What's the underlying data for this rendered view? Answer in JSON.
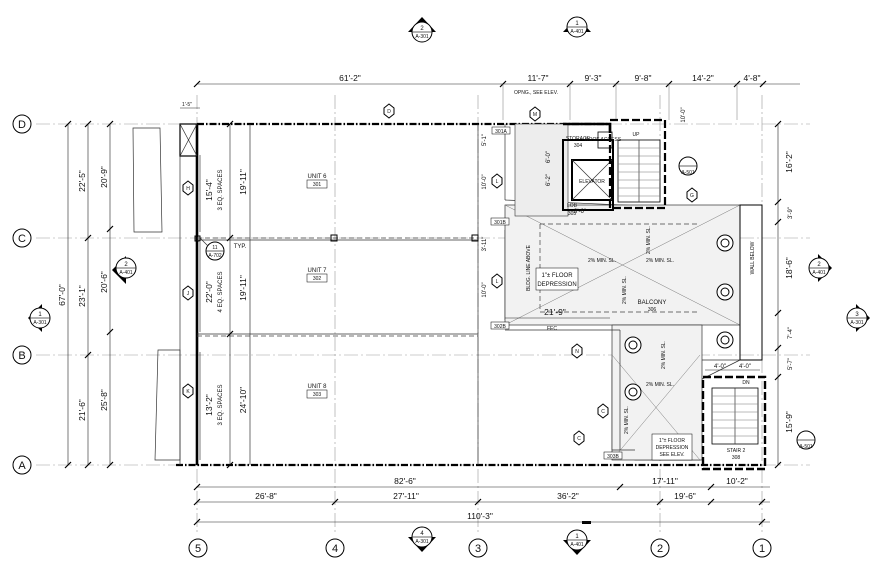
{
  "grid_lines": {
    "columns": [
      "5",
      "4",
      "3",
      "2",
      "1"
    ],
    "rows": [
      "D",
      "C",
      "B",
      "A"
    ]
  },
  "dimensions": {
    "top": [
      "61'-2\"",
      "11'-7\"",
      "9'-3\"",
      "9'-8\"",
      "14'-2\"",
      "4'-8\""
    ],
    "top_small": "1'-5\"",
    "top_note": "OPNG., SEE ELEV.",
    "bottom_row1": [
      "82'-6\"",
      "17'-11\""
    ],
    "bottom_row2": [
      "26'-8\"",
      "27'-11\"",
      "36'-2\"",
      "19'-6\"",
      "10'-2\""
    ],
    "bottom_total": "110'-3\"",
    "left_outer": "67'-0\"",
    "left_mid": [
      "22'-5\"",
      "23'-1\"",
      "21'-6\""
    ],
    "left_inner": [
      "20'-9\"",
      "20'-6\"",
      "25'-8\""
    ],
    "right": [
      "16'-2\"",
      "3'-9\"",
      "18'-6\"",
      "7'-4\"",
      "5'-7\"",
      "15'-9\""
    ],
    "unit_heights": [
      "19'-11\"",
      "19'-11\"",
      "24'-10\""
    ],
    "units_equal": [
      "15'-4\"",
      "22'-0\"",
      "13'-2\""
    ],
    "units_spaces": [
      "3 EQ. SPACES",
      "4 EQ. SPACES",
      "3 EQ. SPACES"
    ],
    "elevator_dims": [
      "10'-0\"",
      "6'-0\"",
      "6'-2\"",
      "3'-6\"",
      "5'-1\"",
      "10'-0\"",
      "10'-0\"",
      "3'-11\""
    ],
    "balcony_dims": [
      "21'-9\"",
      "4'-0\"",
      "4'-0\""
    ]
  },
  "rooms": [
    {
      "name": "UNIT 6",
      "number": "301"
    },
    {
      "name": "UNIT 7",
      "number": "302"
    },
    {
      "name": "UNIT 8",
      "number": "303"
    },
    {
      "name": "ELEVATOR",
      "number": ""
    },
    {
      "name": "BALCONY",
      "number": "306"
    },
    {
      "name": "STAIR 2",
      "number": "308"
    },
    {
      "name": "STORAGE",
      "number": "304"
    },
    {
      "name": "LOB",
      "number": "305"
    },
    {
      "name": "ROOF ACCESS",
      "number": ""
    }
  ],
  "labels": {
    "floor_depression": [
      "1\"± FLOOR",
      "DEPRESSION"
    ],
    "floor_depression_2": [
      "1\"± FLOOR",
      "DEPRESSION",
      "SEE ELEV."
    ],
    "bldg_line": "BLDG. LINE ABOVE",
    "wall_below": "WALL BELOW",
    "fec": "FEC",
    "slope": "2% MIN. SL.",
    "typ": "TYP.",
    "dn": "DN",
    "up": "UP",
    "door_tags": [
      "301A",
      "301B",
      "302B",
      "303B"
    ],
    "wall_tags": [
      "H",
      "J",
      "K",
      "L",
      "L",
      "M",
      "N",
      "C",
      "C",
      "D",
      "G"
    ]
  },
  "section_markers": [
    {
      "num": "2",
      "sheet": "A-301"
    },
    {
      "num": "1",
      "sheet": "A-401"
    },
    {
      "num": "1",
      "sheet": "A-301"
    },
    {
      "num": "2",
      "sheet": "A-401"
    },
    {
      "num": "2",
      "sheet": "A-401"
    },
    {
      "num": "3",
      "sheet": "A-301"
    },
    {
      "num": "4",
      "sheet": "A-301"
    },
    {
      "num": "1",
      "sheet": "A-401"
    }
  ],
  "details": [
    {
      "num": "11",
      "sheet": "A-702"
    },
    {
      "num": "",
      "sheet": "A-501"
    },
    {
      "num": "",
      "sheet": "A-501"
    }
  ]
}
